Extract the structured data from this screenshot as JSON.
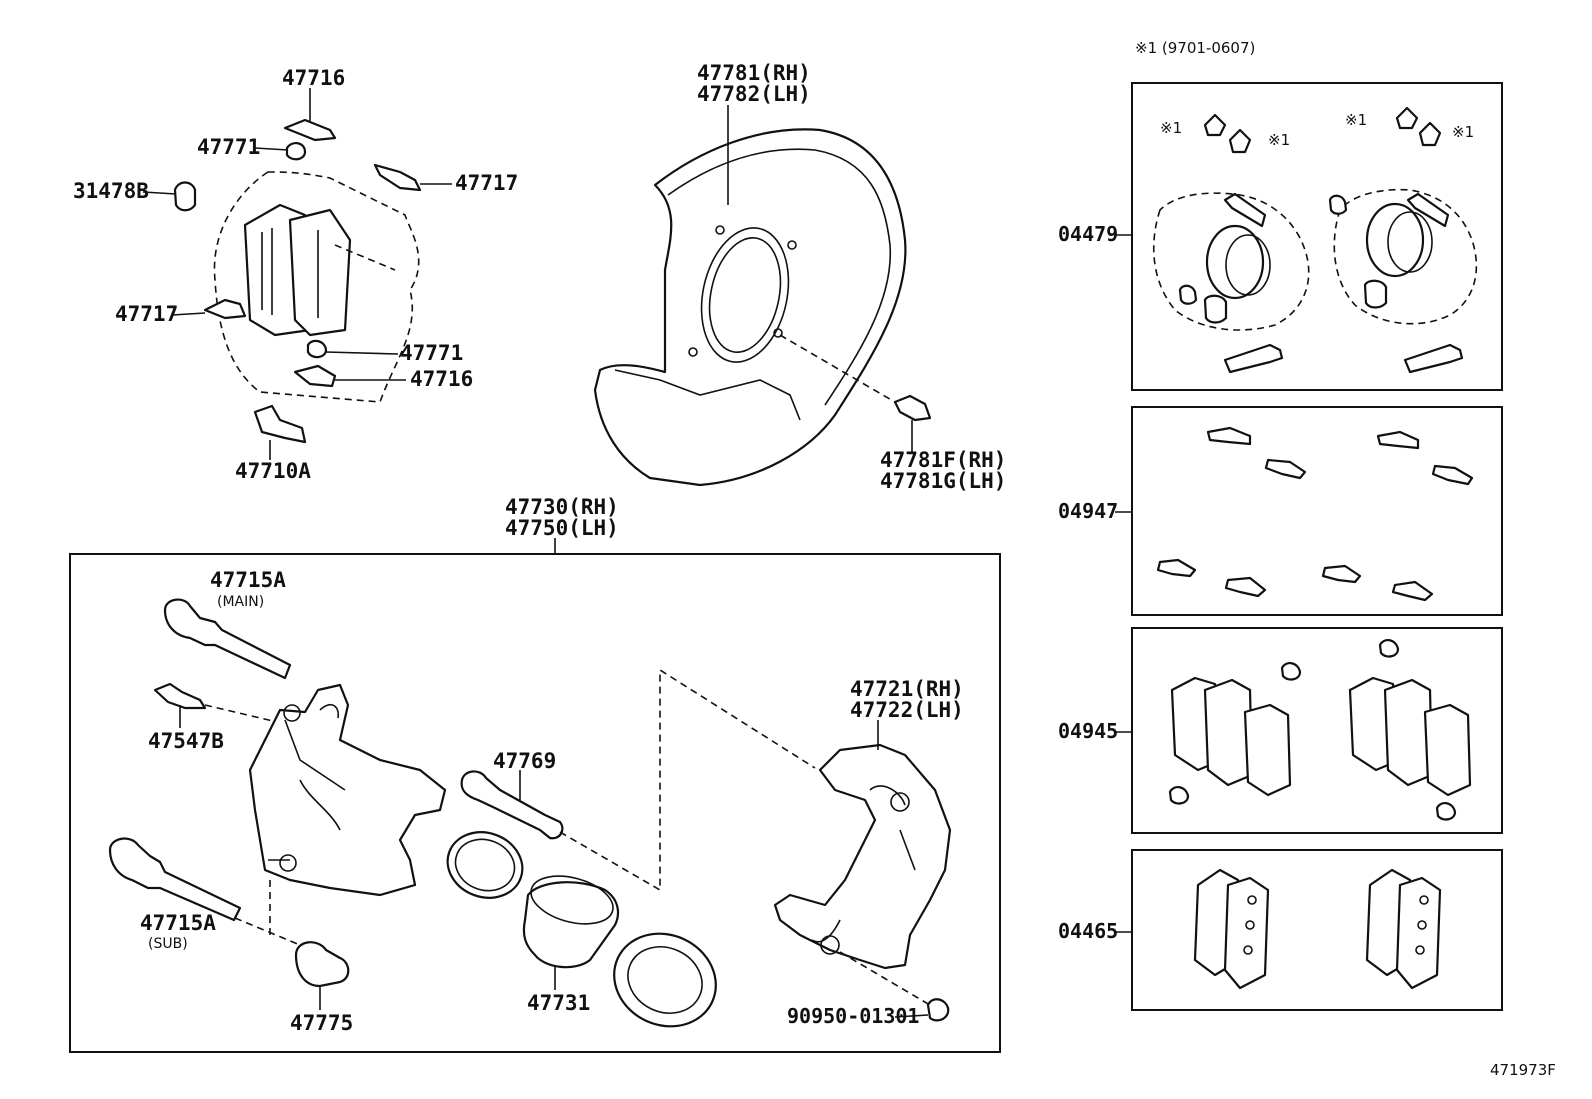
{
  "diagram_id": "471973F",
  "note": "※1 (9701-0607)",
  "labels": {
    "p47716_top": "47716",
    "p47771_top": "47771",
    "p31478B": "31478B",
    "p47717_right": "47717",
    "p47717_left": "47717",
    "p47771_bottom": "47771",
    "p47716_bottom": "47716",
    "p47710A": "47710A",
    "p47781_rh": "47781(RH)",
    "p47782_lh": "47782(LH)",
    "p47781F_rh": "47781F(RH)",
    "p47781G_lh": "47781G(LH)",
    "p47730_rh": "47730(RH)",
    "p47750_lh": "47750(LH)",
    "p47715A_main": "47715A",
    "main_tag": "(MAIN)",
    "p47547B": "47547B",
    "p47769": "47769",
    "p47721_rh": "47721(RH)",
    "p47722_lh": "47722(LH)",
    "p47715A_sub": "47715A",
    "sub_tag": "(SUB)",
    "p47731": "47731",
    "p47775": "47775",
    "p90950": "90950-01301"
  },
  "kits": [
    {
      "code": "04479"
    },
    {
      "code": "04947"
    },
    {
      "code": "04945"
    },
    {
      "code": "04465"
    }
  ],
  "kit_marks": {
    "m1": "※1",
    "m2": "※1",
    "m3": "※1",
    "m4": "※1"
  }
}
